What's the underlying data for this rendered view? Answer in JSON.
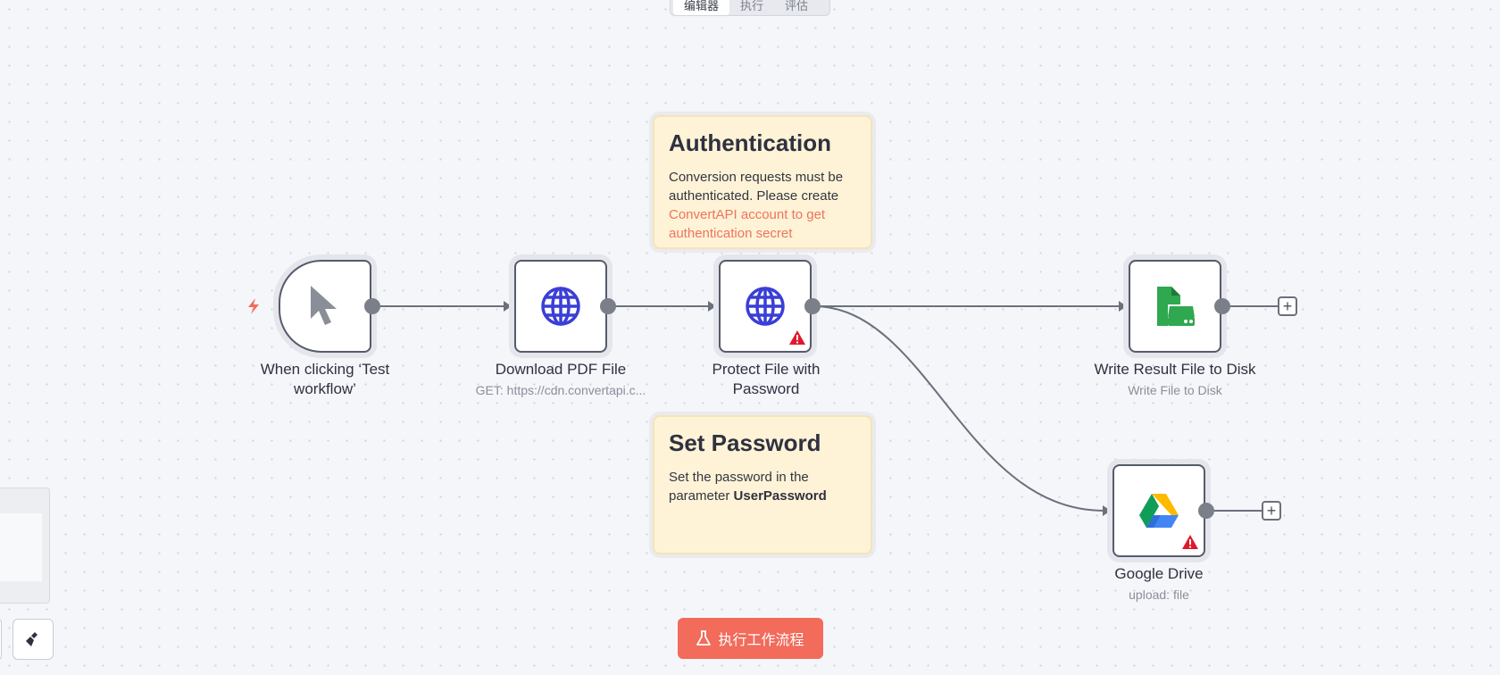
{
  "tabs": {
    "editor": "编辑器",
    "executions": "执行",
    "evaluations": "评估"
  },
  "notes": {
    "auth": {
      "title": "Authentication",
      "body": "Conversion requests must be authenticated. Please create",
      "link": "ConvertAPI account to get authentication secret"
    },
    "password": {
      "title": "Set Password",
      "body_prefix": "Set the password in the parameter",
      "body_bold": "UserPassword"
    }
  },
  "nodes": {
    "trigger": {
      "title": "When clicking ‘Test workflow’",
      "icon": "cursor-icon"
    },
    "download": {
      "title": "Download PDF File",
      "subtitle": "GET: https://cdn.convertapi.c...",
      "icon": "globe-icon"
    },
    "protect": {
      "title": "Protect File with Password",
      "icon": "globe-icon",
      "warning": true
    },
    "write": {
      "title": "Write Result File to Disk",
      "subtitle": "Write File to Disk",
      "icon": "file-disk-icon"
    },
    "gdrive": {
      "title": "Google Drive",
      "subtitle": "upload: file",
      "icon": "google-drive-icon",
      "warning": true
    }
  },
  "execute_button": {
    "label": "执行工作流程",
    "icon": "flask-icon"
  },
  "colors": {
    "accent": "#f26b5b",
    "sticky": "#fef3d6",
    "globe": "#3a3fd6",
    "warning": "#e0182d"
  }
}
